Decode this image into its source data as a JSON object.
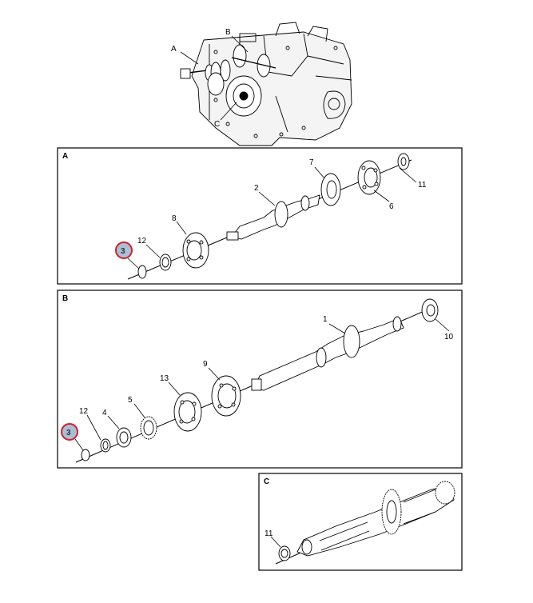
{
  "overview": {
    "labels": {
      "a": "A",
      "b": "B",
      "c": "C"
    }
  },
  "panel_a": {
    "title": "A",
    "callouts": {
      "c2": "2",
      "c3": "3",
      "c6": "6",
      "c7": "7",
      "c8": "8",
      "c11": "11",
      "c12": "12"
    }
  },
  "panel_b": {
    "title": "B",
    "callouts": {
      "c1": "1",
      "c3": "3",
      "c4": "4",
      "c5": "5",
      "c9": "9",
      "c10": "10",
      "c12": "12",
      "c13": "13"
    }
  },
  "panel_c": {
    "title": "C",
    "callouts": {
      "c11": "11"
    }
  },
  "colors": {
    "highlight_ring": "#d0202a",
    "highlight_fill": "#a9bfd6",
    "line": "#000000"
  }
}
